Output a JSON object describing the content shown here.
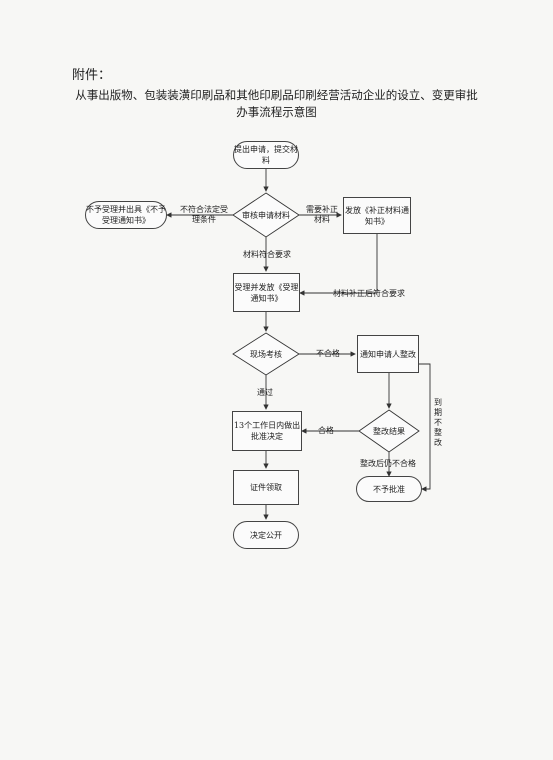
{
  "header": {
    "attachment": "附件：",
    "title_line1": "从事出版物、包装装潢印刷品和其他印刷品印刷经营活动企业的设立、变更审批",
    "title_line2": "办事流程示意图"
  },
  "nodes": {
    "start": "提出申请，提交材料",
    "review": "审核申请材料",
    "reject": "不予受理并出具《不予受理通知书》",
    "supplement": "发放《补正材料通知书》",
    "accept": "受理并发放《受理通知书》",
    "inspect": "现场考核",
    "notify": "通知申请人整改",
    "decide": "13个工作日内做出批准决定",
    "rectify_result": "整改结果",
    "license": "证件领取",
    "publish": "决定公开",
    "deny": "不予批准"
  },
  "edge_labels": {
    "not_meet": "不符合法定受理条件",
    "need_supplement": "需要补正材料",
    "meet": "材料符合要求",
    "supplemented": "材料补正后符合要求",
    "fail": "不合格",
    "pass": "通过",
    "qualified": "合格",
    "still_fail": "整改后仍不合格",
    "overdue": "到期不整改"
  }
}
